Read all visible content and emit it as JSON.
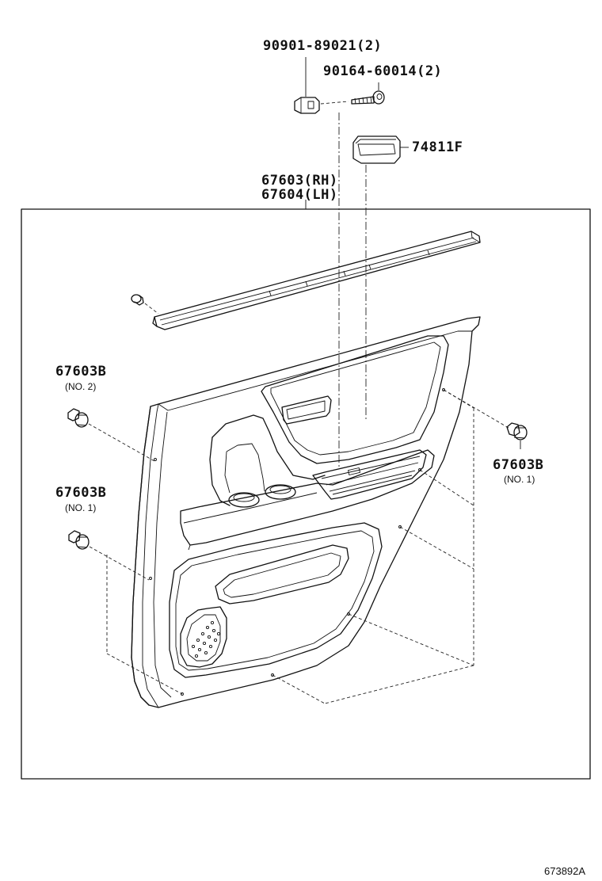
{
  "parts": {
    "clip_90901": "90901-89021(2)",
    "screw_90164": "90164-60014(2)",
    "cover_74811F": "74811F",
    "panel_rh": "67603(RH)",
    "panel_lh": "67604(LH)",
    "clip_left_upper": "67603B",
    "clip_left_upper_no": "(NO. 2)",
    "clip_left_lower": "67603B",
    "clip_left_lower_no": "(NO. 1)",
    "clip_right": "67603B",
    "clip_right_no": "(NO. 1)"
  },
  "reference": "673892A"
}
